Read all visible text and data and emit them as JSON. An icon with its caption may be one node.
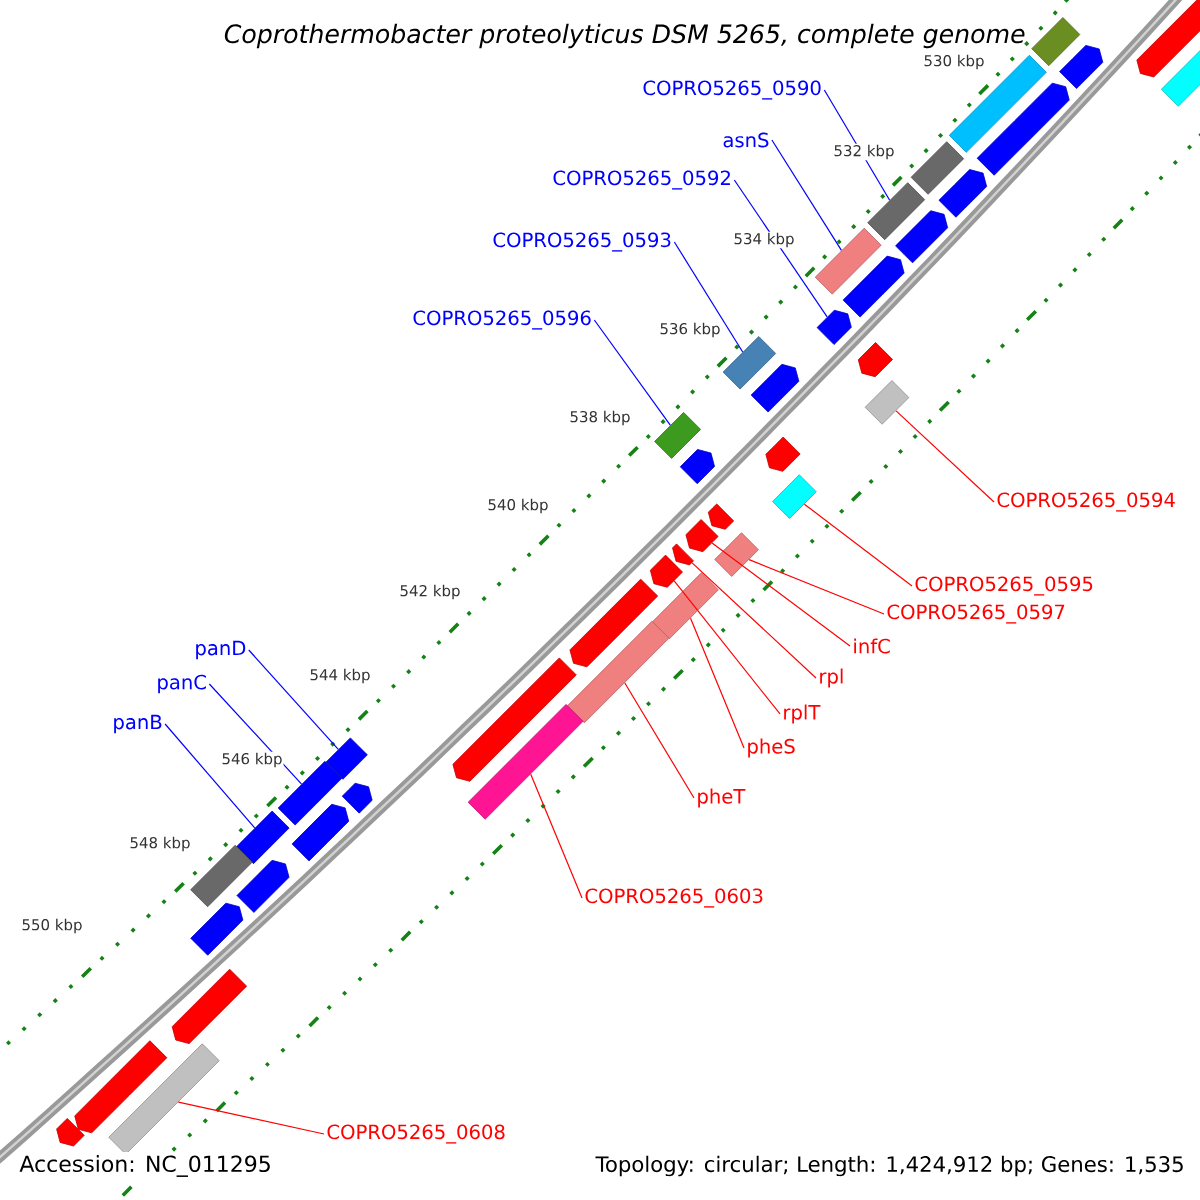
{
  "diagram": {
    "title": "Coprothermobacter proteolyticus DSM 5265, complete genome",
    "nodes": [
      {
        "text": [
          "COPRO5265_0590"
        ]
      },
      {
        "text": [
          "asnS"
        ]
      },
      {
        "text": [
          "COPRO5265_0592"
        ]
      },
      {
        "text": [
          "COPRO5265_0593"
        ]
      },
      {
        "text": [
          "COPRO5265_0596"
        ]
      },
      {
        "text": [
          "COPRO5265_0594"
        ]
      },
      {
        "text": [
          "COPRO5265_0595"
        ]
      },
      {
        "text": [
          "COPRO5265_0597"
        ]
      },
      {
        "text": [
          "infC"
        ]
      },
      {
        "text": [
          "rpl"
        ]
      },
      {
        "text": [
          "rplT"
        ]
      },
      {
        "text": [
          "pheS"
        ]
      },
      {
        "text": [
          "panD"
        ]
      },
      {
        "text": [
          "panC"
        ]
      },
      {
        "text": [
          "panB"
        ]
      },
      {
        "text": [
          "pheT"
        ]
      },
      {
        "text": [
          "COPRO5265_0603"
        ]
      },
      {
        "text": [
          "COPRO5265_0608"
        ]
      },
      {
        "text": [],
        "shape": "arrow"
      },
      {
        "text": [],
        "shape": "box"
      },
      {
        "text": [],
        "shape": "box"
      },
      {
        "text": [],
        "shape": "arrow"
      },
      {
        "text": [],
        "shape": "box"
      },
      {
        "text": [],
        "shape": "arrow"
      },
      {
        "text": [],
        "shape": "box"
      },
      {
        "text": [],
        "shape": "arrow"
      },
      {
        "text": [],
        "shape": "box"
      },
      {
        "text": [],
        "shape": "arrow"
      },
      {
        "text": [],
        "shape": "box"
      },
      {
        "text": [],
        "shape": "arrow"
      },
      {
        "text": [],
        "shape": "arrow"
      },
      {
        "text": [],
        "shape": "arrow"
      },
      {
        "text": [],
        "shape": "box"
      },
      {
        "text": [],
        "shape": "box"
      },
      {
        "text": [],
        "shape": "arrow"
      },
      {
        "text": [],
        "shape": "arrow"
      },
      {
        "text": [],
        "shape": "box"
      },
      {
        "text": [],
        "shape": "box"
      },
      {
        "text": [],
        "shape": "arrow"
      },
      {
        "text": [],
        "shape": "arrow"
      },
      {
        "text": [],
        "shape": "box"
      },
      {
        "text": [],
        "shape": "arrow"
      },
      {
        "text": [],
        "shape": "arrow"
      },
      {
        "text": [],
        "shape": "arrow"
      },
      {
        "text": [],
        "shape": "box"
      },
      {
        "text": [],
        "shape": "arrow"
      },
      {
        "text": [],
        "shape": "box"
      },
      {
        "text": [],
        "shape": "arrow"
      },
      {
        "text": [],
        "shape": "box"
      },
      {
        "text": [],
        "shape": "box"
      },
      {
        "text": [],
        "shape": "arrow"
      },
      {
        "text": [],
        "shape": "box"
      },
      {
        "text": [],
        "shape": "arrow"
      },
      {
        "text": [],
        "shape": "box"
      },
      {
        "text": [],
        "shape": "arrow"
      },
      {
        "text": [],
        "shape": "box"
      },
      {
        "text": [],
        "shape": "arrow"
      },
      {
        "text": [],
        "shape": "arrow"
      },
      {
        "text": [],
        "shape": "box"
      },
      {
        "text": [],
        "shape": "arrow"
      },
      {
        "text": [],
        "shape": "arrow"
      }
    ],
    "edges": [
      {
        "from": 0,
        "to": 26,
        "arrow": "none",
        "color": "#0000ff"
      },
      {
        "from": 1,
        "to": 28,
        "arrow": "none",
        "color": "#0000ff"
      },
      {
        "from": 2,
        "to": 31,
        "arrow": "none",
        "color": "#0000ff"
      },
      {
        "from": 3,
        "to": 33,
        "arrow": "none",
        "color": "#0000ff"
      },
      {
        "from": 4,
        "to": 37,
        "arrow": "none",
        "color": "#0000ff"
      },
      {
        "from": 5,
        "to": 32,
        "arrow": "none"
      },
      {
        "from": 6,
        "to": 36,
        "arrow": "none"
      },
      {
        "from": 7,
        "to": 40,
        "arrow": "none"
      },
      {
        "from": 8,
        "to": 41,
        "arrow": "none"
      },
      {
        "from": 9,
        "to": 42,
        "arrow": "none"
      },
      {
        "from": 10,
        "to": 43,
        "arrow": "none"
      },
      {
        "from": 11,
        "to": 44,
        "arrow": "none"
      },
      {
        "from": 12,
        "to": 49,
        "arrow": "none",
        "color": "#0000ff"
      },
      {
        "from": 13,
        "to": 51,
        "arrow": "none",
        "color": "#0000ff"
      },
      {
        "from": 14,
        "to": 53,
        "arrow": "none",
        "color": "#0000ff"
      },
      {
        "from": 15,
        "to": 46,
        "arrow": "none"
      },
      {
        "from": 16,
        "to": 48,
        "arrow": "none"
      },
      {
        "from": 17,
        "to": 58,
        "arrow": "none"
      }
    ],
    "labels": [
      "530 kbp",
      "532 kbp",
      "534 kbp",
      "536 kbp",
      "538 kbp",
      "540 kbp",
      "542 kbp",
      "544 kbp",
      "546 kbp",
      "548 kbp",
      "550 kbp",
      "Accession: NC_011295",
      "Topology: circular; Length: 1,424,912 bp; Genes: 1,535"
    ]
  }
}
